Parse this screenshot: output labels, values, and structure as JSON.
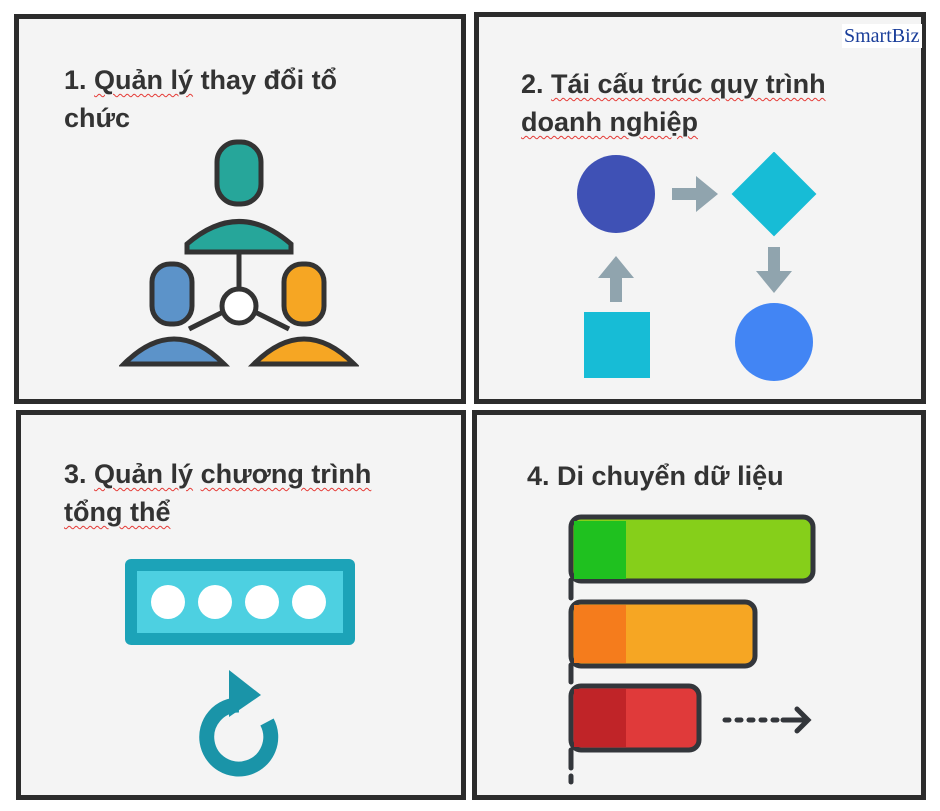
{
  "logo": {
    "text": "SmartBiz"
  },
  "panels": [
    {
      "segments": [
        {
          "t": "1. "
        },
        {
          "t": "Quản lý",
          "f": true
        },
        {
          "t": " thay đổi tổ chức"
        }
      ]
    },
    {
      "segments": [
        {
          "t": "2. "
        },
        {
          "t": "Tái cấu trúc quy trình",
          "f": true
        },
        {
          "t": " "
        },
        {
          "t": "doanh nghiệp",
          "f": true
        }
      ]
    },
    {
      "segments": [
        {
          "t": "3. "
        },
        {
          "t": "Quản lý",
          "f": true
        },
        {
          "t": " "
        },
        {
          "t": "chương trình",
          "f": true
        },
        {
          "t": " "
        },
        {
          "t": "tổng thể",
          "f": true
        }
      ]
    },
    {
      "segments": [
        {
          "t": "4. Di chuyển dữ liệu"
        }
      ]
    }
  ],
  "colors": {
    "border": "#2c2c2c",
    "panel": "#f4f4f4",
    "teal": "#26a69a",
    "blue": "#5c93c9",
    "orange": "#f6a623",
    "indigo": "#3f51b5",
    "cyan": "#17bcd6",
    "green": "#86cf1a",
    "red": "#e03a3a"
  }
}
